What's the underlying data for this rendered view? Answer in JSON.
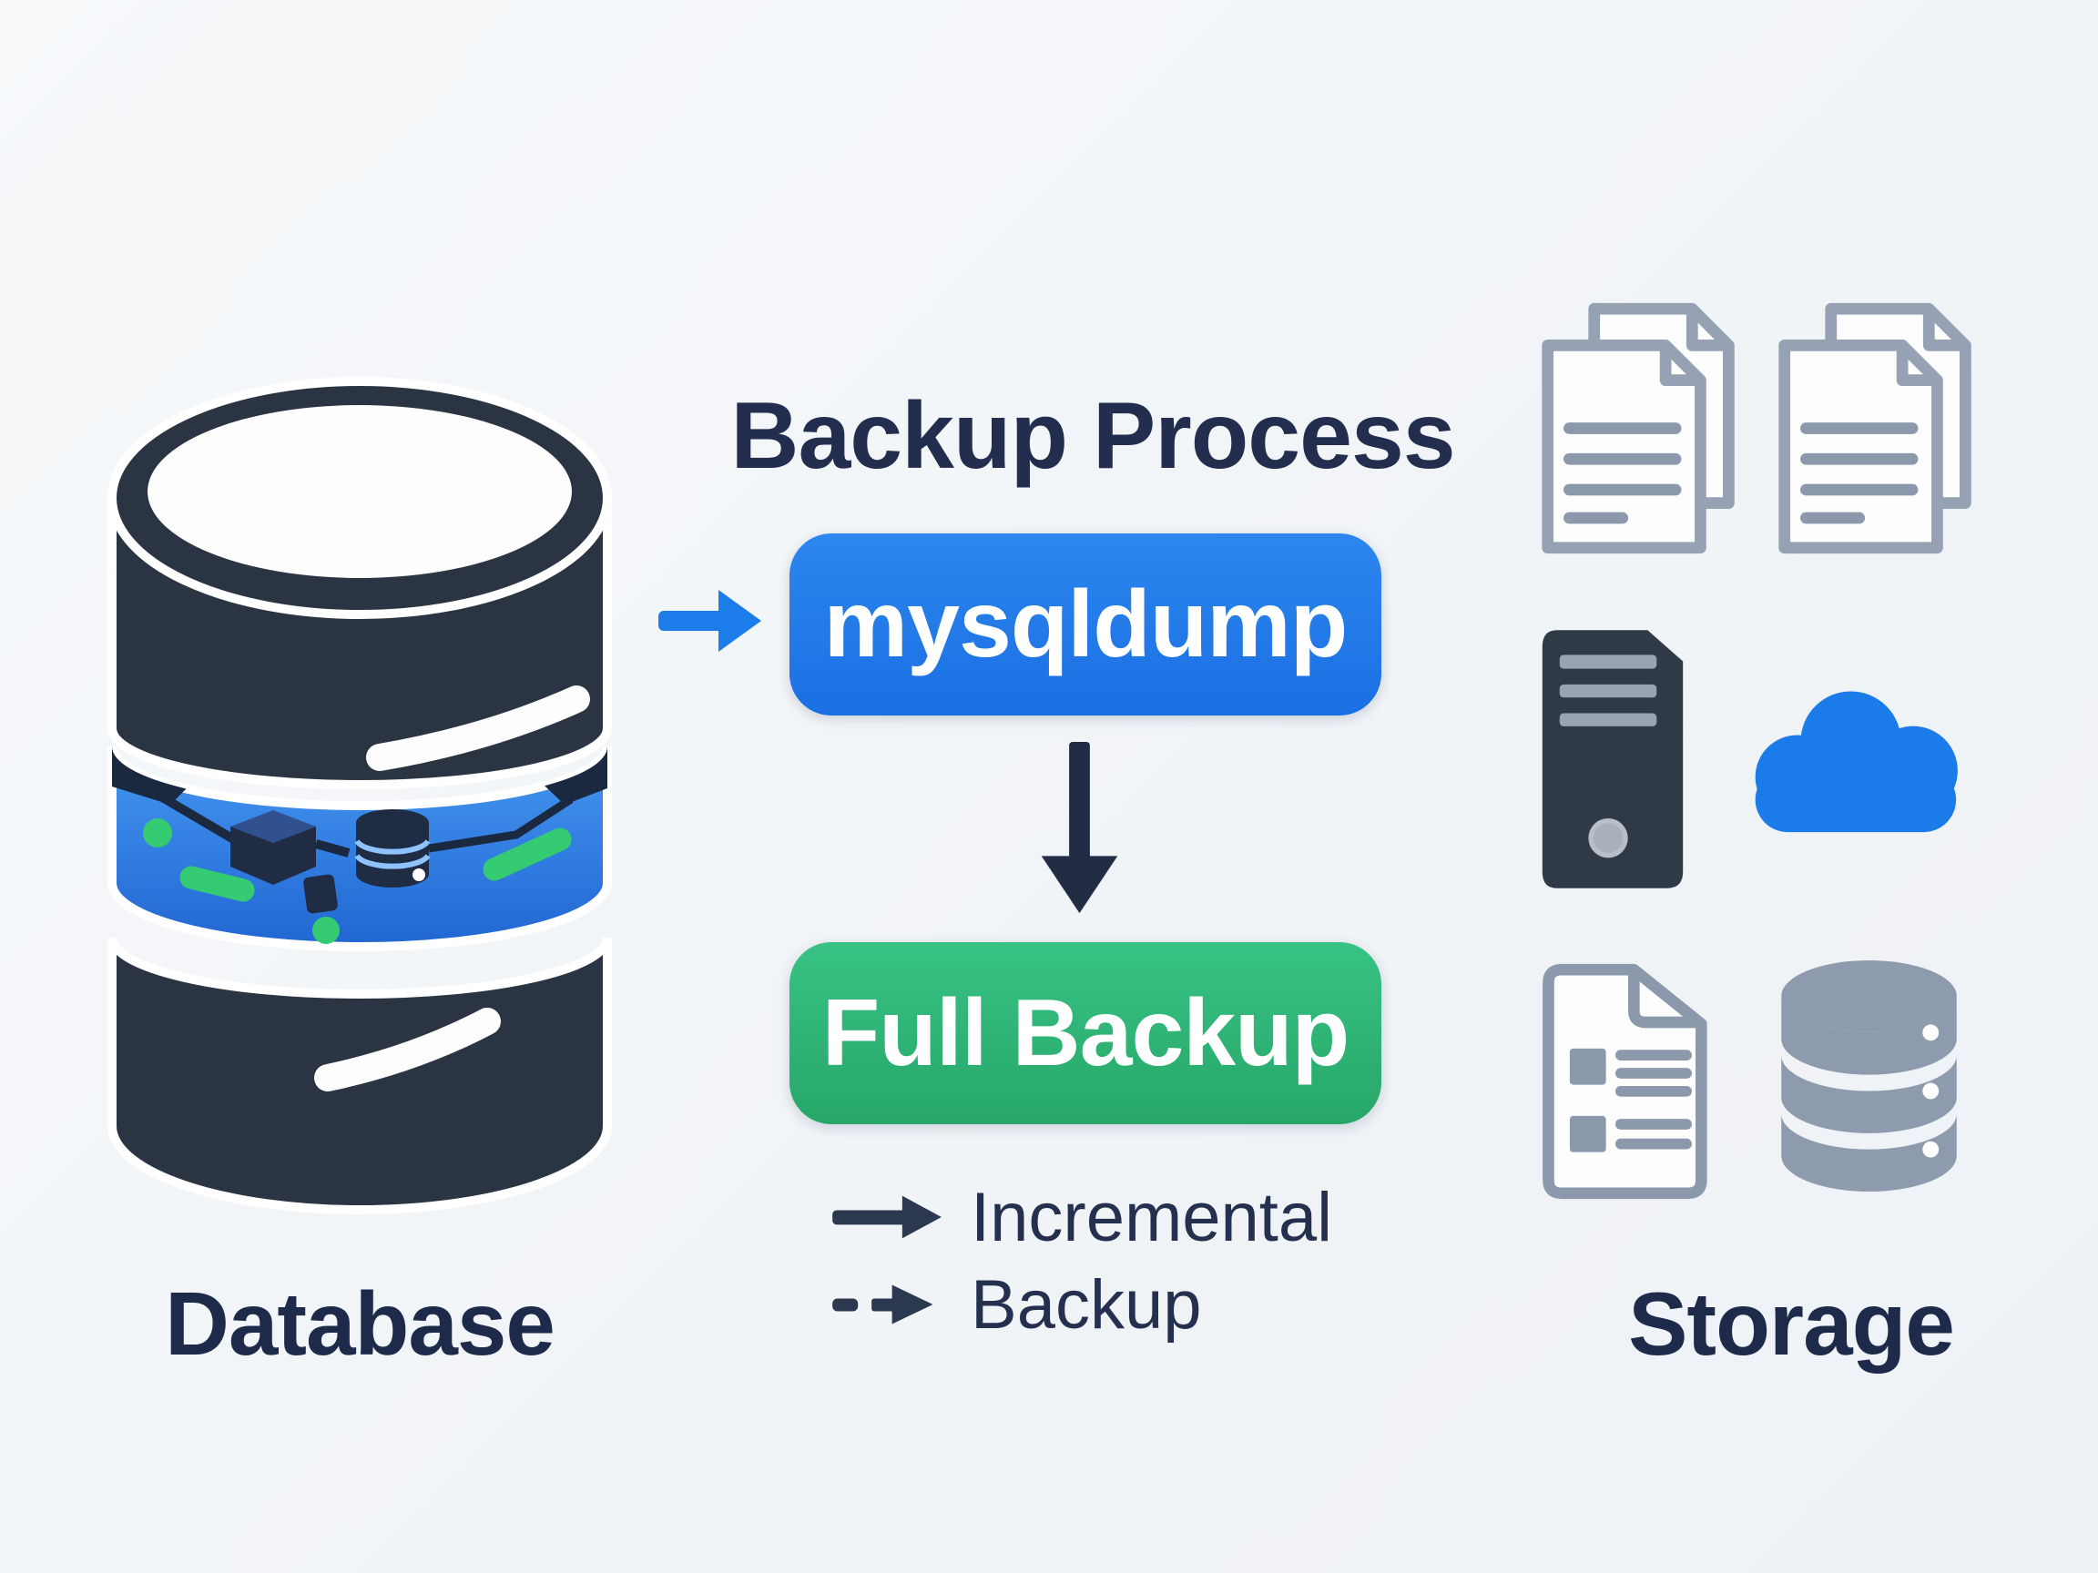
{
  "title": "Backup Process",
  "left": {
    "label": "Database",
    "icon": "database-cylinder"
  },
  "flow": {
    "step1": {
      "label": "mysqldump",
      "color": "#1c7ce9"
    },
    "step2": {
      "label": "Full Backup",
      "color": "#2db875"
    },
    "input_arrow": "right-arrow",
    "between_arrow": "down-arrow"
  },
  "legend": {
    "items": [
      {
        "style": "solid-arrow",
        "label": "Incremental"
      },
      {
        "style": "dashed-arrow",
        "label": "Backup"
      }
    ]
  },
  "right": {
    "label": "Storage",
    "icons": [
      "document-copy",
      "document-copy",
      "server-tower",
      "cloud",
      "document-report",
      "database-storage"
    ]
  },
  "colors": {
    "background": "#f2f4f7",
    "title_text": "#232e4e",
    "label_text": "#1d2a4a",
    "legend_text": "#25304e",
    "blue_box": "#1c7ce9",
    "green_box": "#2db875",
    "arrow_navy": "#2b3850",
    "icon_gray": "#8e9aad",
    "icon_dark": "#2b3442",
    "accent_green": "#34cb72",
    "cloud_blue": "#1b7ce9"
  }
}
